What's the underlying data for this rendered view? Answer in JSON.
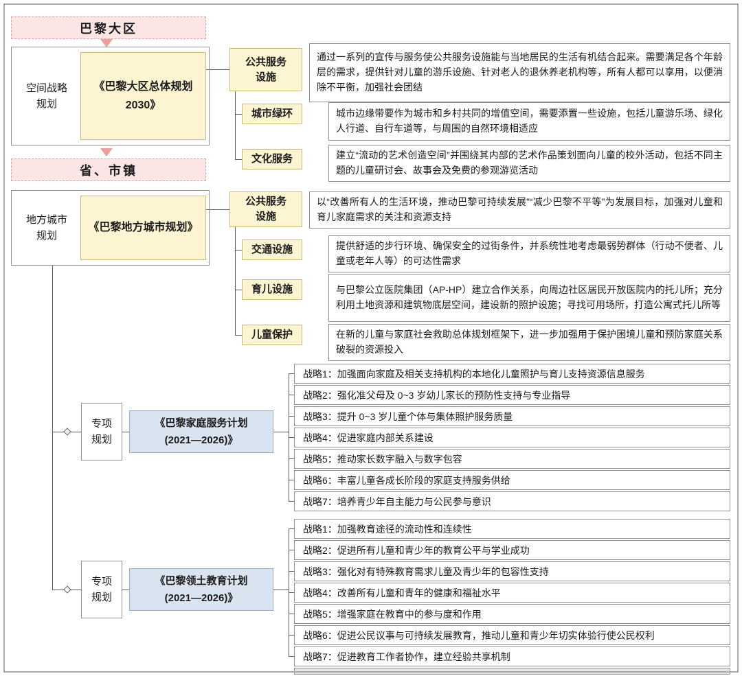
{
  "palette": {
    "pink_fill": "#fbe6e5",
    "pink_border": "#dfa09c",
    "yellow_fill": "#fdf4d2",
    "yellow_border": "#ccb87a",
    "blue_fill": "#dae3f0",
    "blue_border": "#97abc5",
    "line": "#5a5a5a",
    "box_border": "#8f8f8f",
    "arrow": "#eb9f98"
  },
  "levels": [
    {
      "label": "巴黎大区"
    },
    {
      "label": "省、市镇"
    }
  ],
  "sections": [
    {
      "side_label": "空间战略\n规划",
      "plan_title": "《巴黎大区总体规划\n2030》",
      "rows": [
        {
          "category": "公共服务\n设施",
          "desc": "通过一系列的宣传与服务使公共服务设施能与当地居民的生活有机结合起来。需要满足各个年龄层的需求，提供针对儿童的游乐设施、针对老人的退休养老机构等，所有人都可以享用，以便消除不平衡，加强社会团结"
        },
        {
          "category": "城市绿环",
          "desc": "城市边缘带要作为城市和乡村共同的增值空间，需要添置一些设施，包括儿童游乐场、绿化人行道、自行车道等，与周围的自然环境相适应"
        },
        {
          "category": "文化服务",
          "desc": "建立“流动的艺术创造空间”并围绕其内部的艺术作品策划面向儿童的校外活动，包括不同主题的儿童研讨会、故事会及免费的参观游览活动"
        }
      ]
    },
    {
      "side_label": "地方城市\n规划",
      "plan_title": "《巴黎地方城市规划》",
      "rows": [
        {
          "category": "公共服务\n设施",
          "desc": "以“改善所有人的生活环境，推动巴黎可持续发展”“减少巴黎不平等”为发展目标，加强对儿童和育儿家庭需求的关注和资源支持"
        },
        {
          "category": "交通设施",
          "desc": "提供舒适的步行环境、确保安全的过街条件，并系统性地考虑最弱势群体（行动不便者、儿童或老年人等）的可达性需求"
        },
        {
          "category": "育儿设施",
          "desc": "与巴黎公立医院集团（AP-HP）建立合作关系，向周边社区居民开放医院内的托儿所；充分利用土地资源和建筑物底层空间，建设新的照护设施；寻找可用场所，打造公寓式托儿所等"
        },
        {
          "category": "儿童保护",
          "desc": "在新的儿童与家庭社会救助总体规划框架下，进一步加强用于保护困境儿童和预防家庭关系破裂的资源投入"
        }
      ]
    }
  ],
  "special_plans": [
    {
      "side_label": "专项\n规划",
      "plan_title": "《巴黎家庭服务计划\n(2021—2026)》",
      "strategies": [
        "战略1：加强面向家庭及相关支持机构的本地化儿童照护与育儿支持资源信息服务",
        "战略2：强化准父母及 0~3 岁幼儿家长的预防性支持与专业指导",
        "战略3：提升 0~3 岁儿童个体与集体照护服务质量",
        "战略4：促进家庭内部关系建设",
        "战略5：推动家长数字融入与数字包容",
        "战略6：丰富儿童各成长阶段的家庭支持服务供给",
        "战略7：培养青少年自主能力与公民参与意识"
      ]
    },
    {
      "side_label": "专项\n规划",
      "plan_title": "《巴黎领土教育计划\n(2021—2026)》",
      "strategies": [
        "战略1：加强教育途径的流动性和连续性",
        "战略2：促进所有儿童和青少年的教育公平与学业成功",
        "战略3：强化对有特殊教育需求儿童及青少年的包容性支持",
        "战略4：改善所有儿童和青年的健康和福祉水平",
        "战略5：增强家庭在教育中的参与度和作用",
        "战略6：促进公民议事与可持续发展教育，推动儿童和青少年切实体验行使公民权利",
        "战略7：促进教育工作者协作，建立经验共享机制"
      ]
    }
  ]
}
